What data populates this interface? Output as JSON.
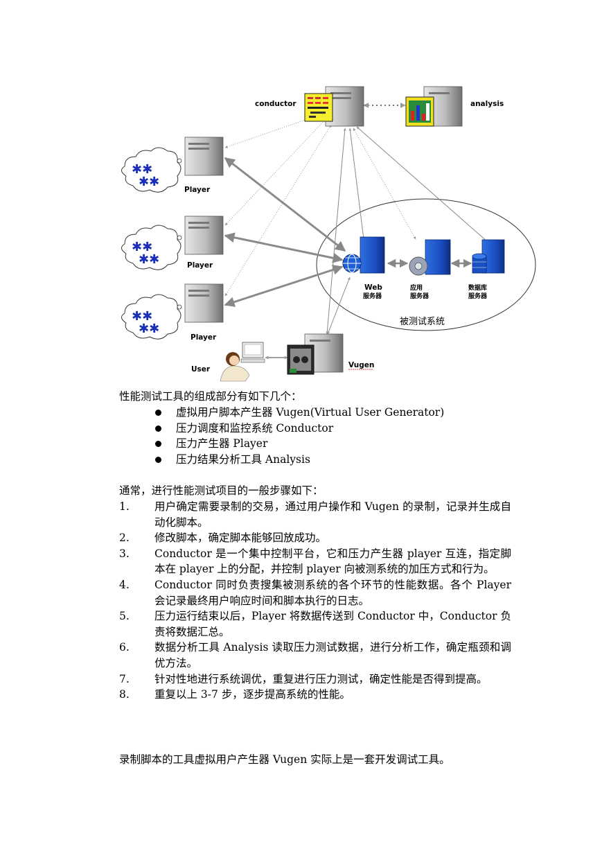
{
  "diagram": {
    "conductor": "conductor",
    "analysis": "analysis",
    "players": [
      "Player",
      "Player",
      "Player"
    ],
    "user": "User",
    "vugen": "Vugen",
    "servers": [
      {
        "line1": "Web",
        "line2": "服务器"
      },
      {
        "line1": "应用",
        "line2": "服务器"
      },
      {
        "line1": "数据库",
        "line2": "服务器"
      }
    ],
    "system": "被测试系统"
  },
  "intro": "性能测试工具的组成部分有如下几个：",
  "components": [
    "虚拟用户脚本产生器 Vugen(Virtual User Generator)",
    "压力调度和监控系统 Conductor",
    "压力产生器 Player",
    "压力结果分析工具 Analysis"
  ],
  "steps_intro": "通常，进行性能测试项目的一般步骤如下：",
  "steps": [
    {
      "num": "1.",
      "text": "用户确定需要录制的交易，通过用户操作和 Vugen 的录制，记录并生成自动化脚本。"
    },
    {
      "num": "2.",
      "text": "修改脚本，确定脚本能够回放成功。"
    },
    {
      "num": "3.",
      "text": "Conductor 是一个集中控制平台，它和压力产生器 player 互连，指定脚本在 player 上的分配，并控制 player 向被测系统的加压方式和行为。"
    },
    {
      "num": "4.",
      "text": "Conductor 同时负责搜集被测系统的各个环节的性能数据。各个 Player 会记录最终用户响应时间和脚本执行的日志。"
    },
    {
      "num": "5.",
      "text": "压力运行结束以后，Player 将数据传送到 Conductor 中，Conductor 负责将数据汇总。"
    },
    {
      "num": "6.",
      "text": "数据分析工具 Analysis 读取压力测试数据，进行分析工作，确定瓶颈和调优方法。"
    },
    {
      "num": "7.",
      "text": "针对性地进行系统调优，重复进行压力测试，确定性能是否得到提高。"
    },
    {
      "num": "8.",
      "text": "重复以上 3-7 步，逐步提高系统的性能。"
    }
  ],
  "closing": "录制脚本的工具虚拟用户产生器 Vugen 实际上是一套开发调试工具。"
}
